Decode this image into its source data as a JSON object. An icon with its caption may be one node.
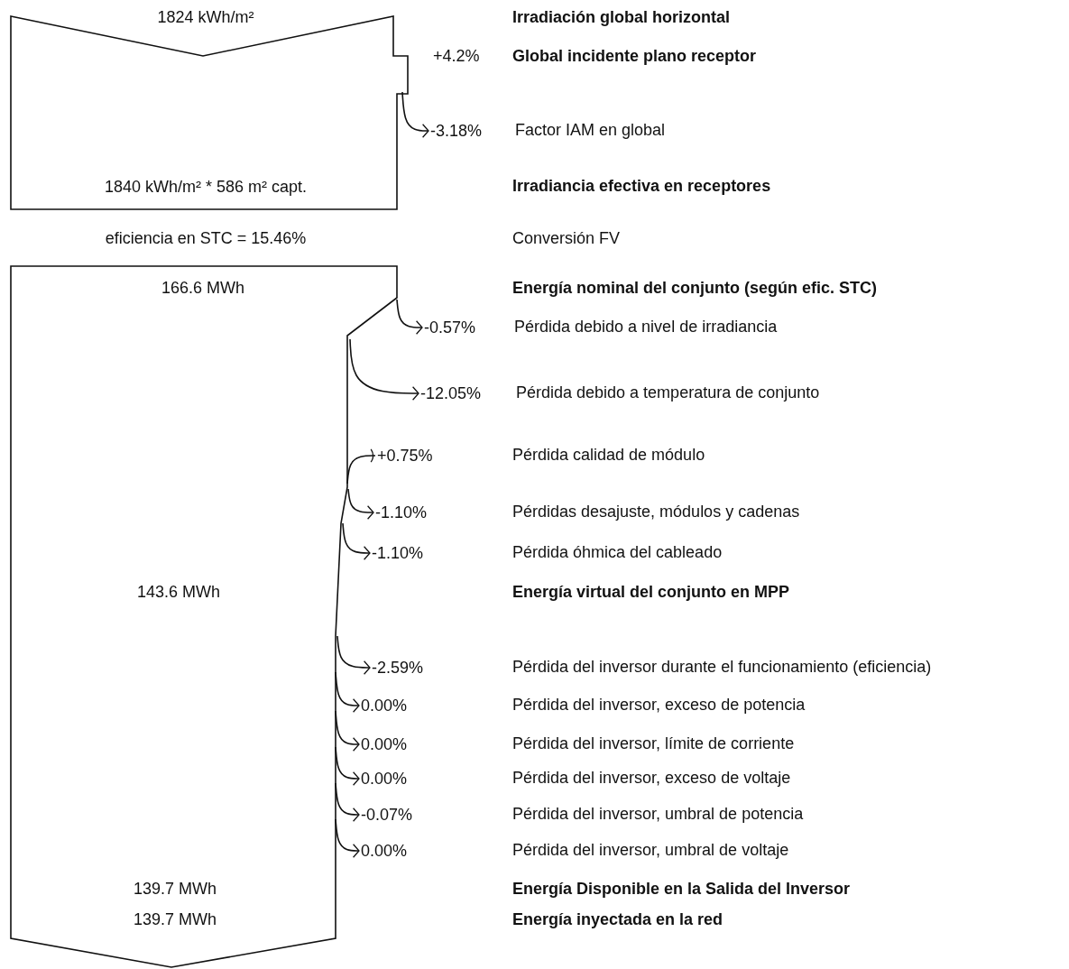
{
  "diagram": {
    "nodes": [
      {
        "text": [
          "1824 kWh/m²",
          "1840 kWh/m² * 586 m² capt."
        ]
      },
      {
        "text": [
          "166.6 MWh",
          "143.6 MWh",
          "139.7 MWh",
          "139.7 MWh"
        ]
      },
      {
        "text": [
          "-3.18%"
        ]
      },
      {
        "text": [
          "-0.57%"
        ]
      },
      {
        "text": [
          "-12.05%"
        ]
      },
      {
        "text": [
          "+0.75%"
        ]
      },
      {
        "text": [
          "-1.10%"
        ]
      },
      {
        "text": [
          "-1.10%"
        ]
      },
      {
        "text": [
          "-2.59%"
        ]
      },
      {
        "text": [
          "0.00%"
        ]
      },
      {
        "text": [
          "0.00%"
        ]
      },
      {
        "text": [
          "0.00%"
        ]
      },
      {
        "text": [
          "-0.07%"
        ]
      },
      {
        "text": [
          "0.00%"
        ]
      }
    ],
    "edges": [
      {
        "from": 0,
        "to": 2,
        "arrow": "to"
      },
      {
        "from": 1,
        "to": 3,
        "arrow": "to"
      },
      {
        "from": 1,
        "to": 4,
        "arrow": "to"
      },
      {
        "from": 1,
        "to": 5,
        "arrow": "other"
      },
      {
        "from": 1,
        "to": 6,
        "arrow": "to"
      },
      {
        "from": 1,
        "to": 7,
        "arrow": "to"
      },
      {
        "from": 1,
        "to": 8,
        "arrow": "to"
      },
      {
        "from": 1,
        "to": 9,
        "arrow": "to"
      },
      {
        "from": 1,
        "to": 10,
        "arrow": "to"
      },
      {
        "from": 1,
        "to": 11,
        "arrow": "to"
      },
      {
        "from": 1,
        "to": 12,
        "arrow": "to"
      },
      {
        "from": 1,
        "to": 13,
        "arrow": "to"
      }
    ],
    "labels": [
      "Irradiación global horizontal",
      "+4.2%",
      "Global incidente plano receptor",
      "Factor IAM en global",
      "Irradiancia efectiva en receptores",
      "eficiencia en STC = 15.46%",
      "Conversión FV",
      "Energía nominal del conjunto (según efic. STC)",
      "Pérdida debido a nivel de irradiancia",
      "Pérdida debido a temperatura de conjunto",
      "Pérdida calidad de módulo",
      "Pérdidas desajuste, módulos y cadenas",
      "Pérdida óhmica del cableado",
      "Energía virtual del conjunto en MPP",
      "Pérdida del inversor durante el funcionamiento (eficiencia)",
      "Pérdida del inversor, exceso de potencia",
      "Pérdida del inversor, límite de corriente",
      "Pérdida del inversor, exceso de voltaje",
      "Pérdida del inversor, umbral de potencia",
      "Pérdida del inversor, umbral de voltaje",
      "Energía Disponible en la Salida del Inversor",
      "Energía inyectada en la red"
    ]
  }
}
